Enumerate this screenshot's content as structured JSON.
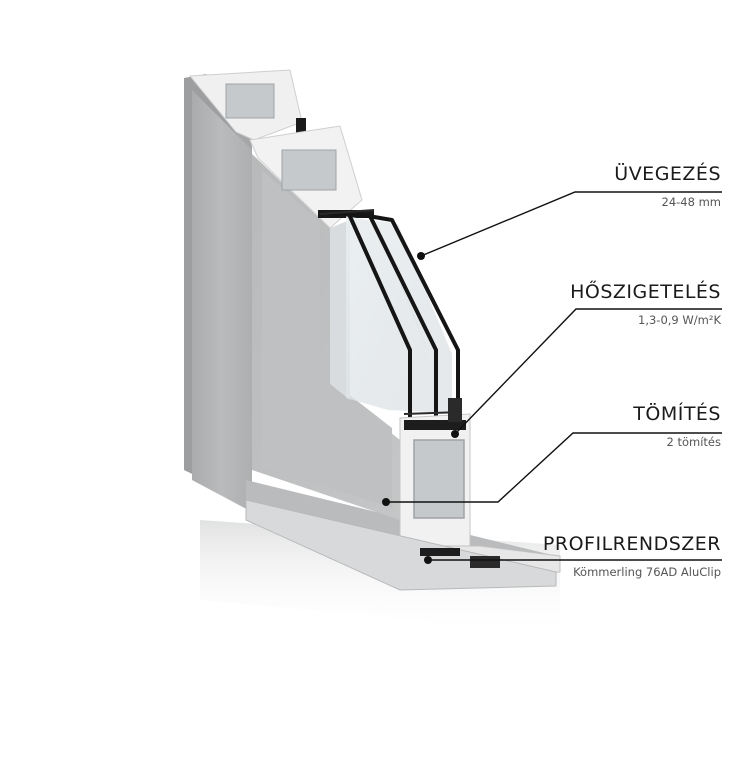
{
  "callouts": {
    "glazing": {
      "title": "ÜVEGEZÉS",
      "value": "24-48 mm"
    },
    "insulation": {
      "title": "HŐSZIGETELÉS",
      "value": "1,3-0,9 W/m²K"
    },
    "seal": {
      "title": "TÖMÍTÉS",
      "value": "2 tömítés"
    },
    "profile": {
      "title": "PROFILRENDSZER",
      "value": "Kömmerling 76AD AluClip"
    }
  },
  "colors": {
    "frame_face": "#b4b6b7",
    "frame_side": "#999b9c",
    "pvc_white": "#f1f1f1",
    "reinforcement": "#c7cacc",
    "seal_black": "#1a1a1a",
    "leader_line": "#111111"
  }
}
